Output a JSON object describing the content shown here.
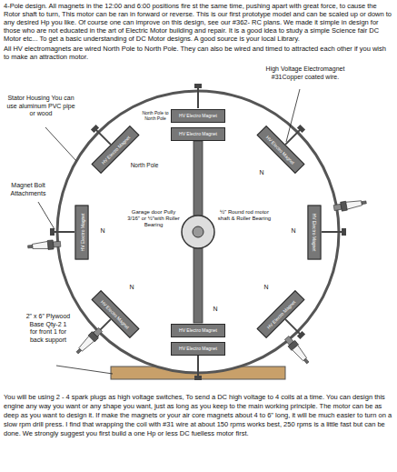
{
  "diagram": {
    "nodes": [
      {
        "text": [
          "HV Electro Magnet"
        ]
      },
      {
        "text": [
          "HV Electro Magnet"
        ]
      },
      {
        "text": [
          "HV Electro Magnet"
        ]
      },
      {
        "text": [
          "HV Electro Magnet"
        ]
      },
      {
        "text": [
          "HV Electro Magnet"
        ]
      },
      {
        "text": [
          "HV Electro Magnet"
        ]
      },
      {
        "text": [
          "HV Electro Magnet"
        ]
      },
      {
        "text": [
          "HV Electro Magnet"
        ]
      },
      {
        "text": [
          "HV Electro Magnet"
        ]
      },
      {
        "text": [
          "HV Electro Magnet"
        ]
      }
    ],
    "labels": [
      "4-Pole design. All magnets in the 12:00 and 6:00 positions fire st the same time, pushing apart with great force, to cause the Rotor shaft to turn, This motor can be ran in forward or reverse. This is our first prototype model and can be scaled up or down to any desired Hp you like. Of course one can improve on this design, see our #362- RC plans. We made it simple in design for those who are not educated in the art of Electric Motor building and repair. It is a good idea to study a simple Science fair DC Motor etc... To get a basic understanding of DC Motor designs. A good source is your local Library.",
      "All HV electromagnets are wired North Pole to North Pole. They can also be wired and timed to attracted each other if you wish to make an attraction motor.",
      "High Voltage Electromagnet #31Copper coated wire.",
      "Stator Housing You can use aluminum PVC pipe or wood",
      "Magnet Bolt Attachments",
      "North Pole to North Pole",
      "North Pole",
      "Garage door Pully 3/16\" or ½\"with Roller Bearing",
      "½\" Round rod motor shaft & Roller Bearing",
      "N",
      "N",
      "N",
      "N",
      "N",
      "N",
      "2\" x 6\" Plywood Base Qty-2 1 for front 1 for back support",
      "You will be using 2 - 4 spark plugs as high voltage switches, To send a DC high voltage to 4 coils at a time. You can design this engine any way you want or any shape you want, just as long as you keep to the main working principle. The motor can be as deep as you want to design it. If make the magnets or your air core magnets about 4 to 6\" long, it will be much easier to turn on a slow rpm drill press. I find that wrapping the coil with #31 wire at about 150 rpms works best, 250 rpms is a little fast but can be done. We strongly suggest you first build a one Hp or less DC fuelless motor first."
    ]
  }
}
